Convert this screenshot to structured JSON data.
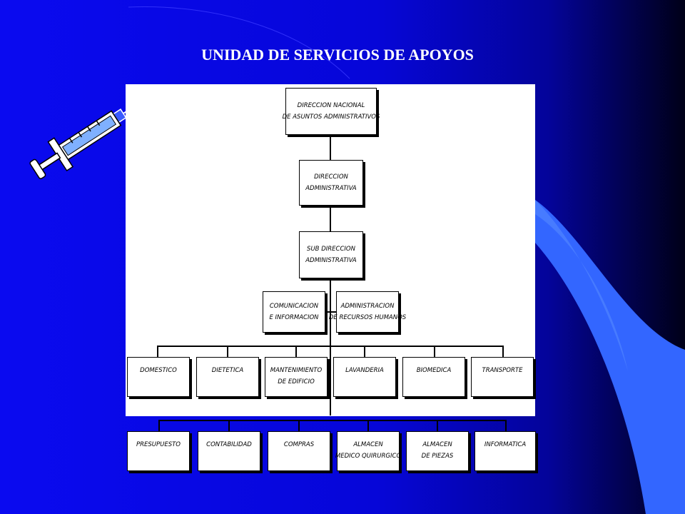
{
  "title": "UNIDAD DE SERVICIOS DE APOYOS",
  "icon": "syringe-icon",
  "colors": {
    "background": "#0606d8",
    "accent": "#3a66ff",
    "panel": "#ffffff"
  },
  "org": {
    "direccion_nacional": [
      "DIRECCION NACIONAL",
      "DE ASUNTOS ADMINISTRATIVOS"
    ],
    "direccion_administrativa": [
      "DIRECCION",
      "ADMINISTRATIVA"
    ],
    "sub_direccion": [
      "SUB DIRECCION",
      "ADMINISTRATIVA"
    ],
    "comunicacion": [
      "COMUNICACION",
      "E INFORMACION"
    ],
    "administracion_rrhh": [
      "ADMINISTRACION",
      "DE RECURSOS HUMANOS"
    ],
    "row1": [
      [
        "DOMESTICO"
      ],
      [
        "DIETETICA"
      ],
      [
        "MANTENIMIENTO",
        "DE EDIFICIO"
      ],
      [
        "LAVANDERIA"
      ],
      [
        "BIOMEDICA"
      ],
      [
        "TRANSPORTE"
      ]
    ],
    "row2": [
      [
        "PRESUPUESTO"
      ],
      [
        "CONTABILIDAD"
      ],
      [
        "COMPRAS"
      ],
      [
        "ALMACEN",
        "MEDICO QUIRURGICO"
      ],
      [
        "ALMACEN",
        "DE PIEZAS"
      ],
      [
        "INFORMATICA"
      ]
    ]
  }
}
